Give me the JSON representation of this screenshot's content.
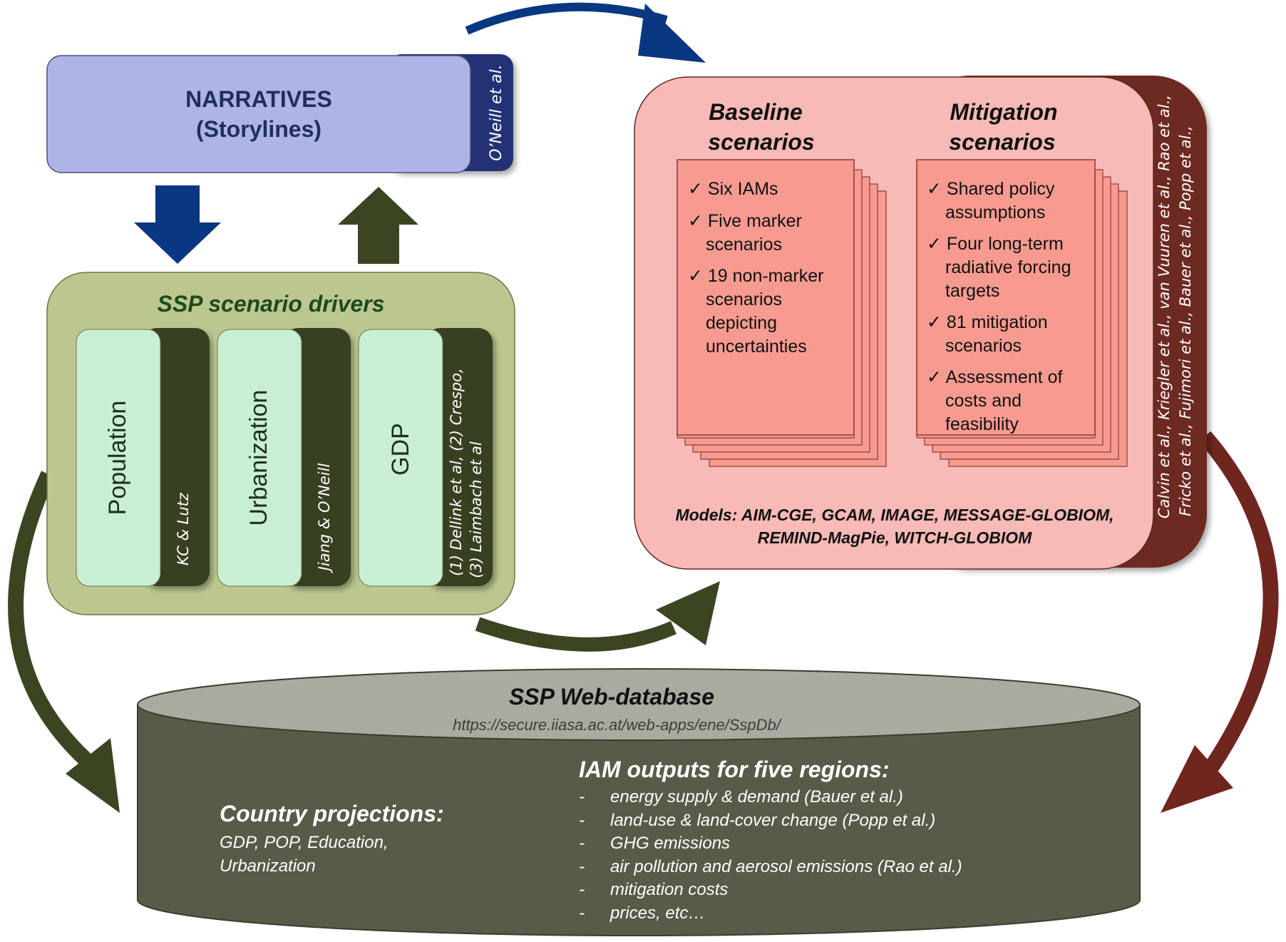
{
  "narratives": {
    "title_line1": "NARRATIVES",
    "title_line2": "(Storylines)",
    "citation": "O’Neill et al."
  },
  "drivers": {
    "title": "SSP scenario drivers",
    "population": {
      "label": "Population",
      "citation": "KC & Lutz"
    },
    "urbanization": {
      "label": "Urbanization",
      "citation": "Jiang & O’Neill"
    },
    "gdp": {
      "label": "GDP",
      "citation_line1": "(1) Dellink et al, (2) Crespo,",
      "citation_line2": "(3) Laimbach et al"
    }
  },
  "scenarios": {
    "baseline": {
      "title_line1": "Baseline",
      "title_line2": "scenarios",
      "items": [
        "✓ Six IAMs",
        "✓ Five marker",
        "scenarios",
        "✓ 19 non-marker",
        "scenarios",
        "depicting",
        "uncertainties"
      ]
    },
    "mitigation": {
      "title_line1": "Mitigation",
      "title_line2": "scenarios",
      "items": [
        "✓ Shared policy",
        "assumptions",
        "✓ Four long-term",
        "radiative forcing",
        "targets",
        "✓ 81 mitigation",
        "scenarios",
        "✓ Assessment of",
        "costs and",
        "feasibility"
      ]
    },
    "models_line1": "Models: AIM-CGE, GCAM, IMAGE, MESSAGE-GLOBIOM,",
    "models_line2": "REMIND-MagPie, WITCH-GLOBIOM",
    "citation_line1": "Calvin et al., Kriegler et al., van Vuuren et al., Rao et al.,",
    "citation_line2": "Fricko et al., Fujimori et al., Bauer et al., Popp et al.,"
  },
  "database": {
    "title": "SSP Web-database",
    "url": "https://secure.iiasa.ac.at/web-apps/ene/SspDb/",
    "country_title": "Country projections:",
    "country_line1": "GDP, POP, Education,",
    "country_line2": "Urbanization",
    "iam_title": "IAM outputs for five regions:",
    "iam_items": [
      "energy supply & demand (Bauer et al.)",
      "land-use & land-cover change (Popp et al.)",
      "GHG emissions",
      "air pollution and aerosol emissions (Rao et al.)",
      "mitigation costs",
      "prices, etc…"
    ],
    "dash": "-"
  },
  "colors": {
    "narratives_fill": "#aeb4e6",
    "narratives_tab": "#223275",
    "drivers_fill": "#bcc78f",
    "driver_card": "#c8efd4",
    "driver_tab": "#373f22",
    "scenario_fill": "#f8bab6",
    "scenario_tab": "#6d2a22",
    "page_fill": "#f79b91",
    "db_body": "#575b48",
    "db_top": "#a9aaa0",
    "arrow_blue": "#0a3781",
    "arrow_green": "#3c4522",
    "arrow_red": "#6e261f"
  }
}
